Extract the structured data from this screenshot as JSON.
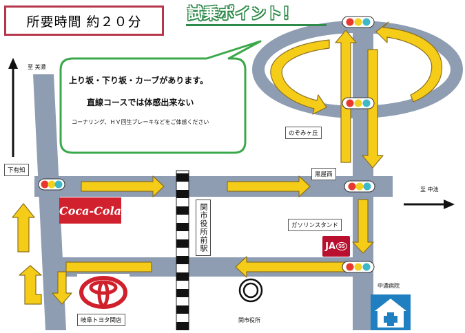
{
  "time_box": {
    "label": "所要時間 約２０分"
  },
  "title": "試乗ポイント！",
  "bubble": {
    "line1": "上り坂・下り坂・カーブがあります。",
    "line2": "直線コースでは体感出来ない",
    "line3": "コーナリング、ＨＶ回生ブレーキなどをご体感ください"
  },
  "directions": {
    "north": "至 美濃",
    "east": "至 中池"
  },
  "places": {
    "shimoarichi": "下有知",
    "nozomigaoka": "のぞみヶ丘",
    "kuroyanishi": "黒屋西",
    "gas_station": "ガソリンスタンド",
    "station": "関市役所前駅",
    "dealer": "岐阜トヨタ関店",
    "city_hall": "関市役所",
    "hospital": "中濃病院"
  },
  "logos": {
    "coke": "Coca-Cola",
    "ja": "JA",
    "ja_ss": "SS"
  },
  "colors": {
    "road": "#8f9db2",
    "arrow_fill": "#f5cc18",
    "arrow_stroke": "#8a7020",
    "bubble_border": "#3aa84a",
    "title_green": "#2e8b4a",
    "time_border": "#b5364a",
    "hospital_blue": "#1f7fc1",
    "signal_red": "#e8382e",
    "signal_yellow": "#f2d21e",
    "signal_green": "#3cb8c8"
  }
}
